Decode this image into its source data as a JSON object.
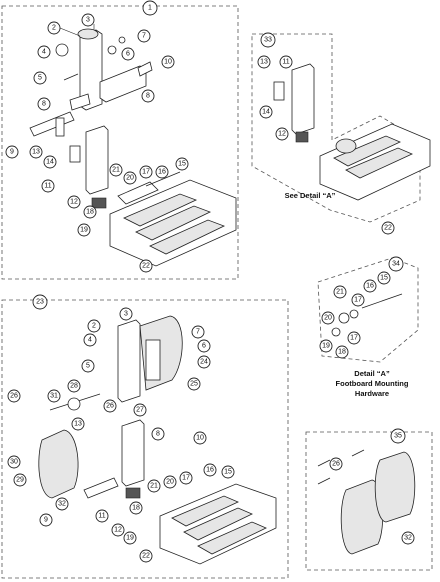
{
  "assemblies": {
    "a1": {
      "number": "1"
    },
    "a23": {
      "number": "23"
    },
    "a33": {
      "number": "33"
    },
    "a34": {
      "number": "34"
    },
    "a35": {
      "number": "35"
    }
  },
  "captions": {
    "see_detail": "See Detail “A”",
    "detail_title": "Detail “A”",
    "detail_line2": "Footboard Mounting",
    "detail_line3": "Hardware"
  },
  "callouts_a1": [
    "2",
    "3",
    "4",
    "5",
    "6",
    "7",
    "8",
    "8",
    "9",
    "10",
    "11",
    "12",
    "13",
    "14",
    "15",
    "16",
    "17",
    "18",
    "19",
    "20",
    "21",
    "22"
  ],
  "callouts_a33": [
    "11",
    "12",
    "13",
    "14"
  ],
  "callouts_a33_footplate": [
    "22"
  ],
  "callouts_a34": [
    "15",
    "16",
    "17",
    "17",
    "18",
    "19",
    "20",
    "21"
  ],
  "callouts_a23": [
    "2",
    "3",
    "4",
    "5",
    "6",
    "7",
    "8",
    "9",
    "10",
    "11",
    "12",
    "13",
    "15",
    "16",
    "17",
    "18",
    "19",
    "20",
    "21",
    "22",
    "24",
    "25",
    "26",
    "26",
    "27",
    "28",
    "29",
    "30",
    "31",
    "32"
  ],
  "callouts_a35": [
    "26",
    "32"
  ]
}
